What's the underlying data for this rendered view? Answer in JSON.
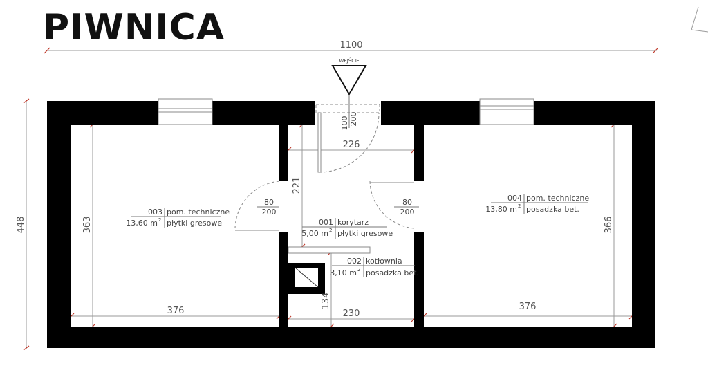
{
  "title": "PIWNICA",
  "entrance_label": "WEJŚCIE",
  "dimensions": {
    "total_width": "1100",
    "total_height": "448",
    "left_room_height": "363",
    "right_room_height": "366",
    "left_room_width": "376",
    "right_room_width": "376",
    "corridor_width": "226",
    "corridor_depth": "221",
    "boiler_width": "230",
    "boiler_depth": "134"
  },
  "doors": {
    "entrance": {
      "width": "100",
      "height": "200"
    },
    "left": {
      "width": "80",
      "height": "200"
    },
    "right": {
      "width": "80",
      "height": "200"
    }
  },
  "rooms": [
    {
      "number": "001",
      "name": "korytarz",
      "area": "5,00 m",
      "floor": "płytki gresowe"
    },
    {
      "number": "002",
      "name": "kotłownia",
      "area": "3,10 m",
      "floor": "posadzka bet."
    },
    {
      "number": "003",
      "name": "pom. techniczne",
      "area": "13,60 m",
      "floor": "płytki gresowe"
    },
    {
      "number": "004",
      "name": "pom. techniczne",
      "area": "13,80 m",
      "floor": "posadzka bet."
    }
  ],
  "area_unit_exp": "2"
}
